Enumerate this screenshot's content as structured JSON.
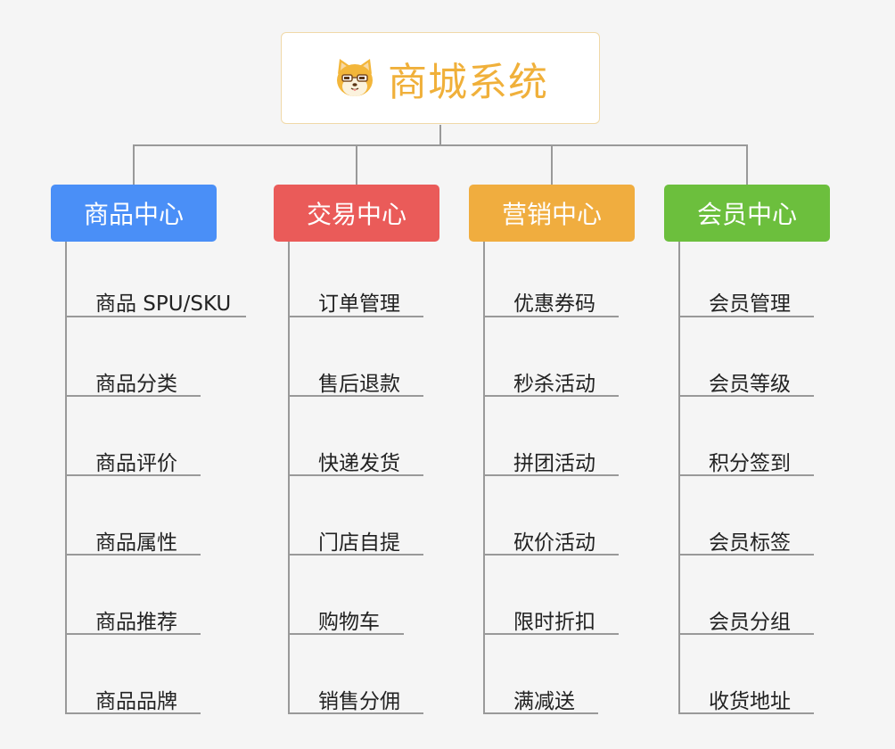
{
  "root": {
    "title": "商城系统",
    "logo_icon": "shiba-dog-icon",
    "title_color": "#f0b03a"
  },
  "line_color": "#999999",
  "categories": [
    {
      "title": "商品中心",
      "color": "#4a8ff7",
      "items": [
        "商品 SPU/SKU",
        "商品分类",
        "商品评价",
        "商品属性",
        "商品推荐",
        "商品品牌"
      ]
    },
    {
      "title": "交易中心",
      "color": "#ea5b59",
      "items": [
        "订单管理",
        "售后退款",
        "快递发货",
        "门店自提",
        "购物车",
        "销售分佣"
      ]
    },
    {
      "title": "营销中心",
      "color": "#f0ad3f",
      "items": [
        "优惠券码",
        "秒杀活动",
        "拼团活动",
        "砍价活动",
        "限时折扣",
        "满减送"
      ]
    },
    {
      "title": "会员中心",
      "color": "#6cbf3d",
      "items": [
        "会员管理",
        "会员等级",
        "积分签到",
        "会员标签",
        "会员分组",
        "收货地址"
      ]
    }
  ]
}
